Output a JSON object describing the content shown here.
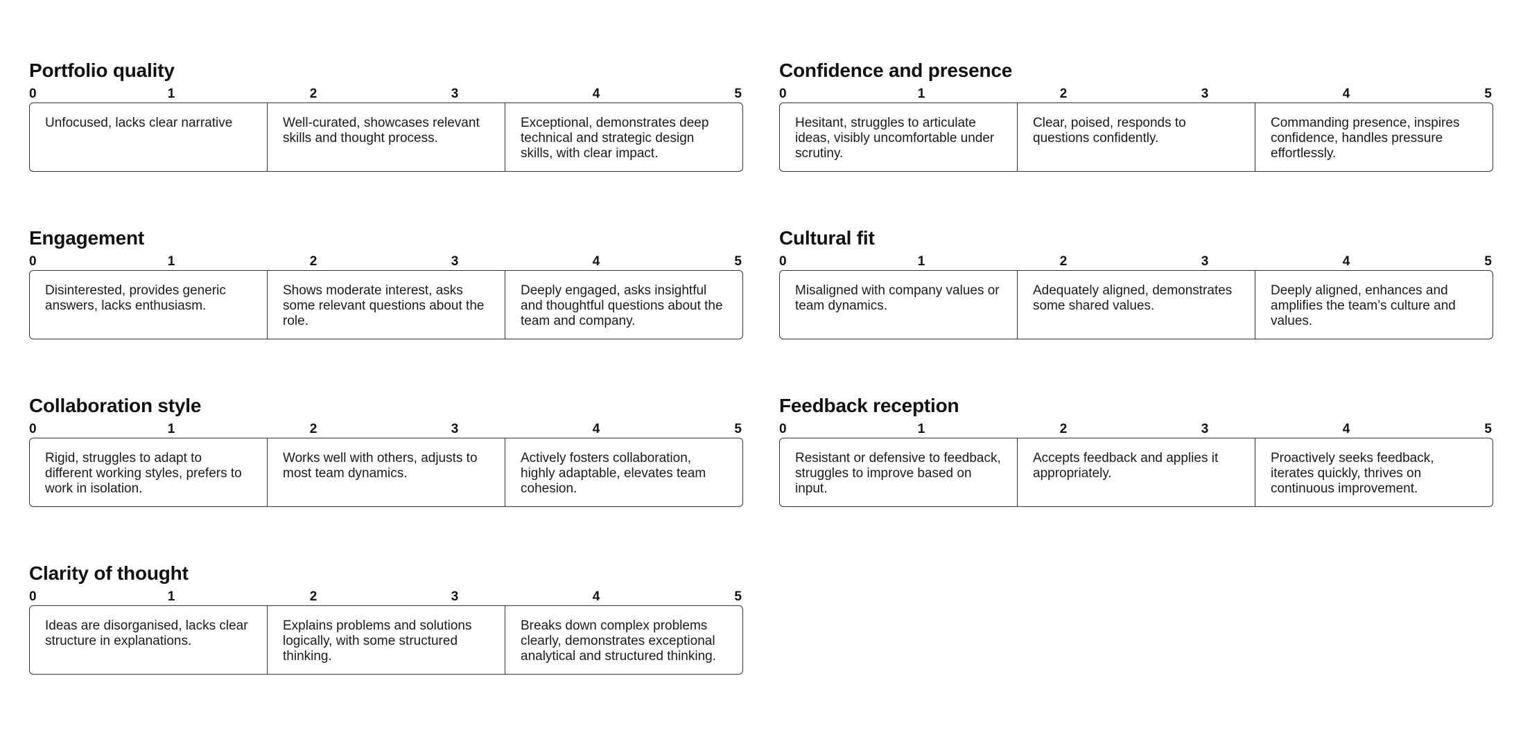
{
  "scale_labels": [
    "0",
    "1",
    "2",
    "3",
    "4",
    "5"
  ],
  "rubrics": [
    {
      "title": "Portfolio quality",
      "bands": [
        "Unfocused, lacks clear narrative",
        "Well-curated, showcases relevant skills and thought process.",
        "Exceptional, demonstrates deep technical and strategic design skills, with clear impact."
      ]
    },
    {
      "title": "Confidence and presence",
      "bands": [
        "Hesitant, struggles to articulate ideas, visibly uncomfortable under scrutiny.",
        "Clear, poised, responds to questions confidently.",
        "Commanding presence, inspires confidence, handles pressure effortlessly."
      ]
    },
    {
      "title": "Engagement",
      "bands": [
        "Disinterested, provides generic answers, lacks enthusiasm.",
        "Shows moderate interest, asks some relevant questions about the role.",
        "Deeply engaged, asks insightful and thoughtful questions about the team and company."
      ]
    },
    {
      "title": "Cultural fit",
      "bands": [
        "Misaligned with company values or team dynamics.",
        "Adequately aligned, demonstrates some shared values.",
        "Deeply aligned, enhances and amplifies the team’s culture and values."
      ]
    },
    {
      "title": "Collaboration style",
      "bands": [
        "Rigid, struggles to adapt to different working styles, prefers to work in isolation.",
        "Works well with others, adjusts to most team dynamics.",
        "Actively fosters collaboration, highly adaptable, elevates team cohesion."
      ]
    },
    {
      "title": "Feedback reception",
      "bands": [
        "Resistant or defensive to feedback, struggles to improve based on input.",
        "Accepts feedback and applies it appropriately.",
        "Proactively seeks feedback, iterates quickly, thrives on continuous improvement."
      ]
    },
    {
      "title": "Clarity of thought",
      "bands": [
        "Ideas are disorganised, lacks clear structure in explanations.",
        "Explains problems and solutions logically, with some structured thinking.",
        "Breaks down complex problems clearly, demonstrates exceptional analytical and structured thinking."
      ]
    }
  ]
}
